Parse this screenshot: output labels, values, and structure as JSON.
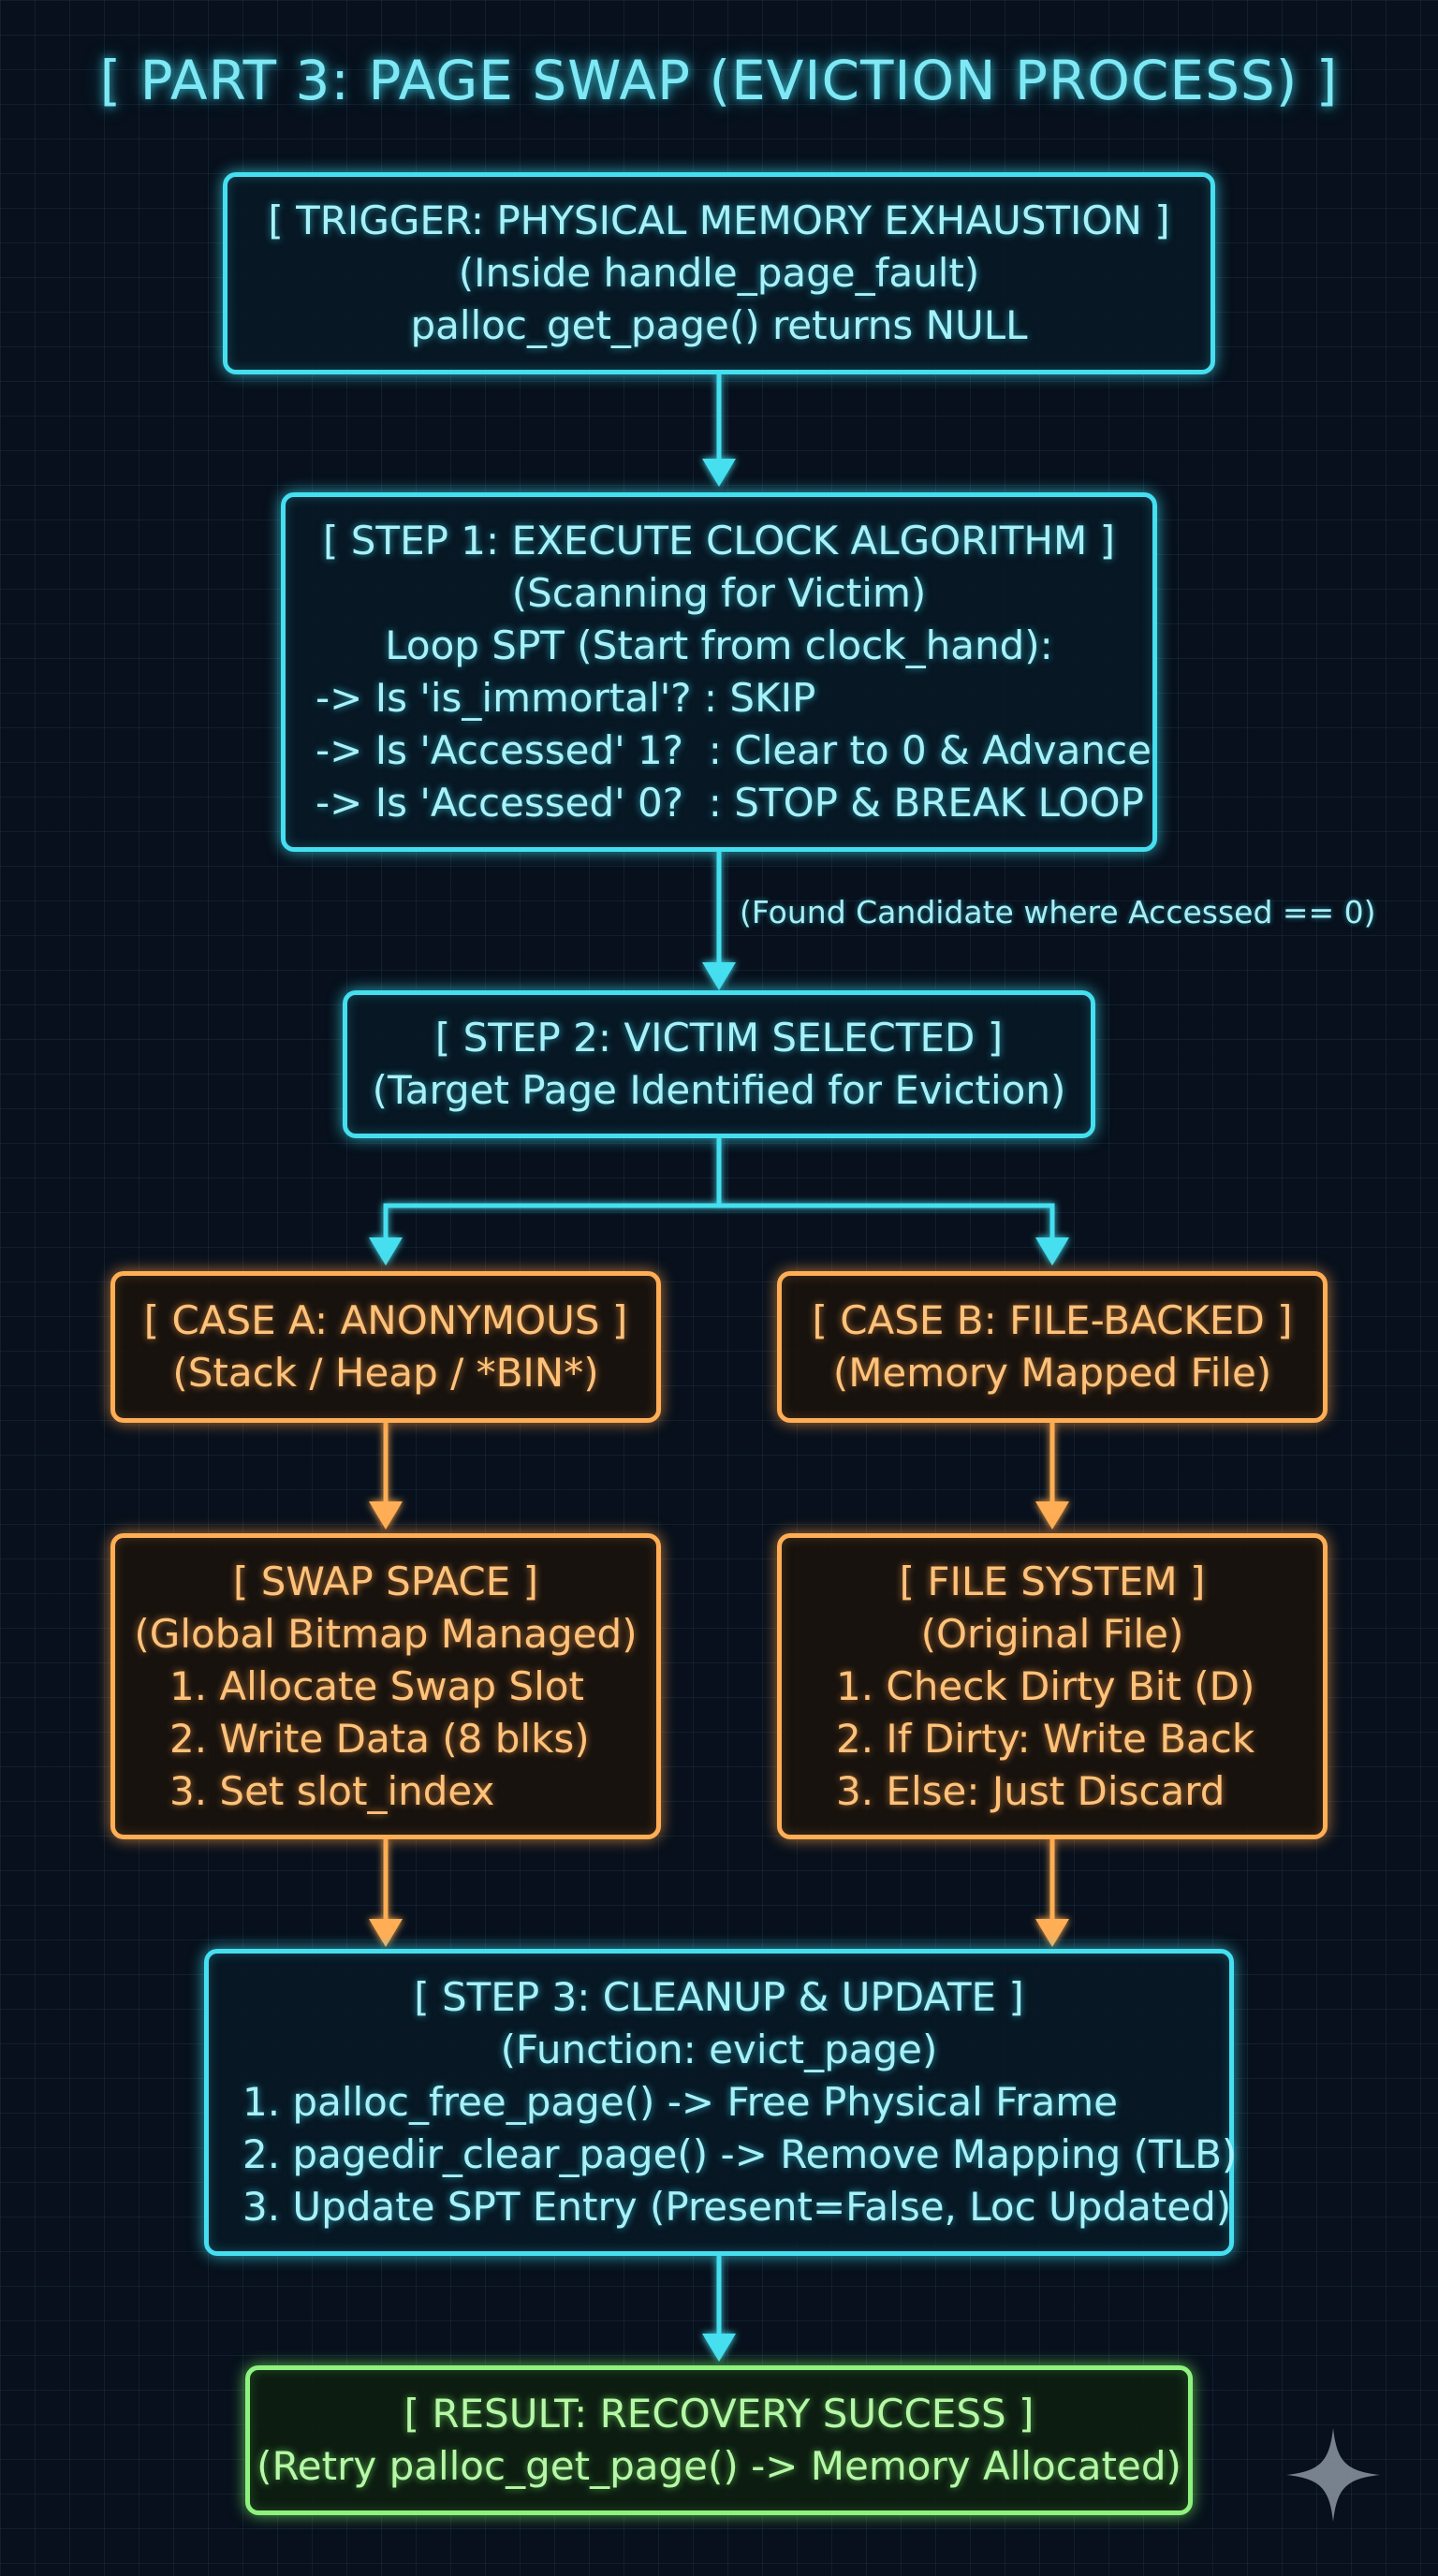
{
  "title": "[ PART 3: PAGE SWAP (EVICTION PROCESS) ]",
  "nodes": {
    "trigger": {
      "lines": [
        "[ TRIGGER: PHYSICAL MEMORY EXHAUSTION ]",
        "(Inside handle_page_fault)",
        "palloc_get_page() returns NULL"
      ]
    },
    "step1": {
      "lines": [
        "[ STEP 1: EXECUTE CLOCK ALGORITHM ]",
        "(Scanning for Victim)",
        "Loop SPT (Start from clock_hand):",
        "-> Is 'is_immortal'? : SKIP",
        "-> Is 'Accessed' 1?  : Clear to 0 & Advance",
        "-> Is 'Accessed' 0?  : STOP & BREAK LOOP"
      ]
    },
    "step2": {
      "lines": [
        "[ STEP 2: VICTIM SELECTED ]",
        "(Target Page Identified for Eviction)"
      ]
    },
    "case_a": {
      "lines": [
        "[ CASE A: ANONYMOUS ]",
        "(Stack / Heap / *BIN*)"
      ]
    },
    "case_b": {
      "lines": [
        "[ CASE B: FILE-BACKED ]",
        "(Memory Mapped File)"
      ]
    },
    "swap_space": {
      "lines": [
        "[ SWAP SPACE ]",
        "(Global Bitmap Managed)",
        "1. Allocate Swap Slot",
        "2. Write Data (8 blks)",
        "3. Set slot_index"
      ]
    },
    "file_system": {
      "lines": [
        "[ FILE SYSTEM ]",
        "(Original File)",
        "1. Check Dirty Bit (D)",
        "2. If Dirty: Write Back",
        "3. Else: Just Discard"
      ]
    },
    "step3": {
      "lines": [
        "[ STEP 3: CLEANUP & UPDATE ]",
        "(Function: evict_page)",
        "1. palloc_free_page() -> Free Physical Frame",
        "2. pagedir_clear_page() -> Remove Mapping (TLB)",
        "3. Update SPT Entry (Present=False, Loc Updated)"
      ]
    },
    "result": {
      "lines": [
        "[ RESULT: RECOVERY SUCCESS ]",
        "(Retry palloc_get_page() -> Memory Allocated)"
      ]
    }
  },
  "edge_label": "(Found Candidate where Accessed == 0)",
  "colors": {
    "cyan": "#45dff0",
    "orange": "#ffae55",
    "green": "#8ff27e",
    "background": "#07101c"
  }
}
